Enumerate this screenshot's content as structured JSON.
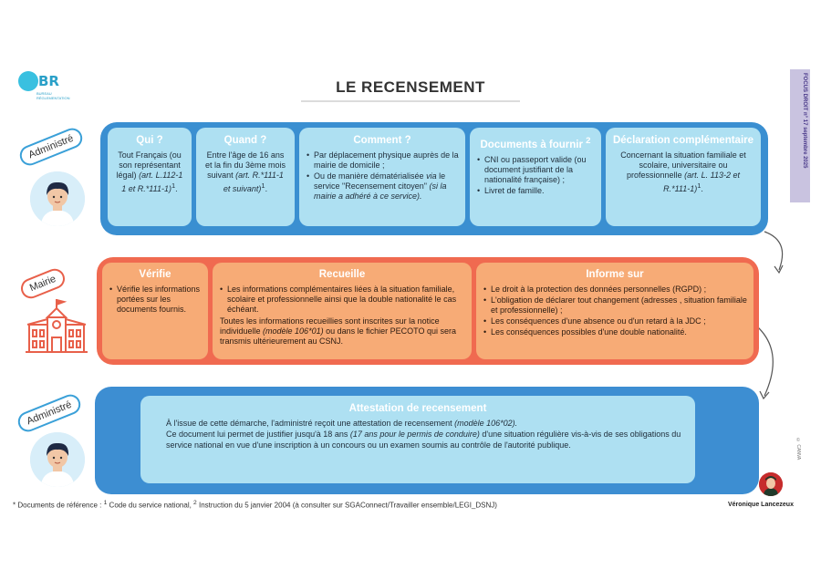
{
  "logo": {
    "text": "BR",
    "subtitle": "BUREAU RÉGLEMENTATION"
  },
  "title": "LE RECENSEMENT",
  "side_label": "FOCUS DROIT n° 17 septembre 2025",
  "canva_label": "© CANVA",
  "tags": {
    "administre_1": "Administré",
    "mairie": "Mairie",
    "administre_2": "Administré"
  },
  "row1": {
    "qui": {
      "title": "Qui ?",
      "l1": "Tout Français (ou son représentant légal)",
      "l2": "(art. L.112-1 1 et R.*111-1)",
      "sup": "1",
      "end": "."
    },
    "quand": {
      "title": "Quand ?",
      "l1": "Entre l'âge de 16 ans et la fin du 3ème mois suivant",
      "l2": "(art. R.*111-1 et suivant)",
      "sup": "1",
      "end": "."
    },
    "comment": {
      "title": "Comment ?",
      "b1": "Par déplacement physique auprès de la mairie de domicile ;",
      "b2a": "Ou de manière dématérialisée ",
      "b2b": "via",
      "b2c": " le service \"Recensement citoyen\" ",
      "b2d": "(si la mairie a adhéré à ce service)."
    },
    "documents": {
      "title": "Documents à fournir",
      "sup": "2",
      "b1": "CNI ou passeport valide (ou document justifiant de la nationalité française) ;",
      "b2": "Livret de famille."
    },
    "declaration": {
      "title": "Déclaration complémentaire",
      "l1": "Concernant la situation familiale et scolaire, universitaire ou professionnelle",
      "l2": "(art. L. 113-2 et R.*111-1)",
      "sup": "1",
      "end": "."
    }
  },
  "row2": {
    "verifie": {
      "title": "Vérifie",
      "b1": "Vérifie les informations portées sur les documents fournis."
    },
    "recueille": {
      "title": "Recueille",
      "b1": "Les informations complémentaires liées à la situation familiale, scolaire et professionnelle ainsi que la double nationalité le cas échéant.",
      "p1": "Toutes les informations recueillies sont inscrites sur la notice individuelle ",
      "p2": "(modèle 106*01)",
      "p3": " ou dans le fichier PECOTO qui sera transmis ultérieurement au CSNJ."
    },
    "informe": {
      "title": "Informe sur",
      "b1": "Le droit à la protection des données personnelles (RGPD) ;",
      "b2": "L'obligation de déclarer tout changement (adresses , situation familiale et professionnelle) ;",
      "b3": "Les conséquences d'une absence ou d'un retard à la JDC ;",
      "b4": "Les conséquences possibles d'une double nationalité."
    }
  },
  "row3": {
    "title": "Attestation de recensement",
    "p1a": "À l'issue de cette démarche, l'administré reçoit une attestation de recensement ",
    "p1b": "(modèle 106*02).",
    "p2a": "Ce document lui permet de justifier jusqu'à 18 ans ",
    "p2b": "(17 ans pour le permis de conduire)",
    "p2c": " d'une situation régulière vis-à-vis de ses obligations du service national en vue d'une inscription à un concours ou un examen soumis au contrôle de l'autorité publique."
  },
  "footnote": {
    "a": "* Documents de référence : ",
    "s1": "1",
    "b": " Code du service national, ",
    "s2": "2",
    "c": " Instruction du 5 janvier 2004 (à consulter sur SGAConnect/Travailler ensemble/LEGI_DSNJ)"
  },
  "author": "Véronique Lancezeux",
  "colors": {
    "blue": "#3a8fd1",
    "light_blue": "#aee0f2",
    "orange": "#f06a50",
    "light_orange": "#f7ab76"
  }
}
